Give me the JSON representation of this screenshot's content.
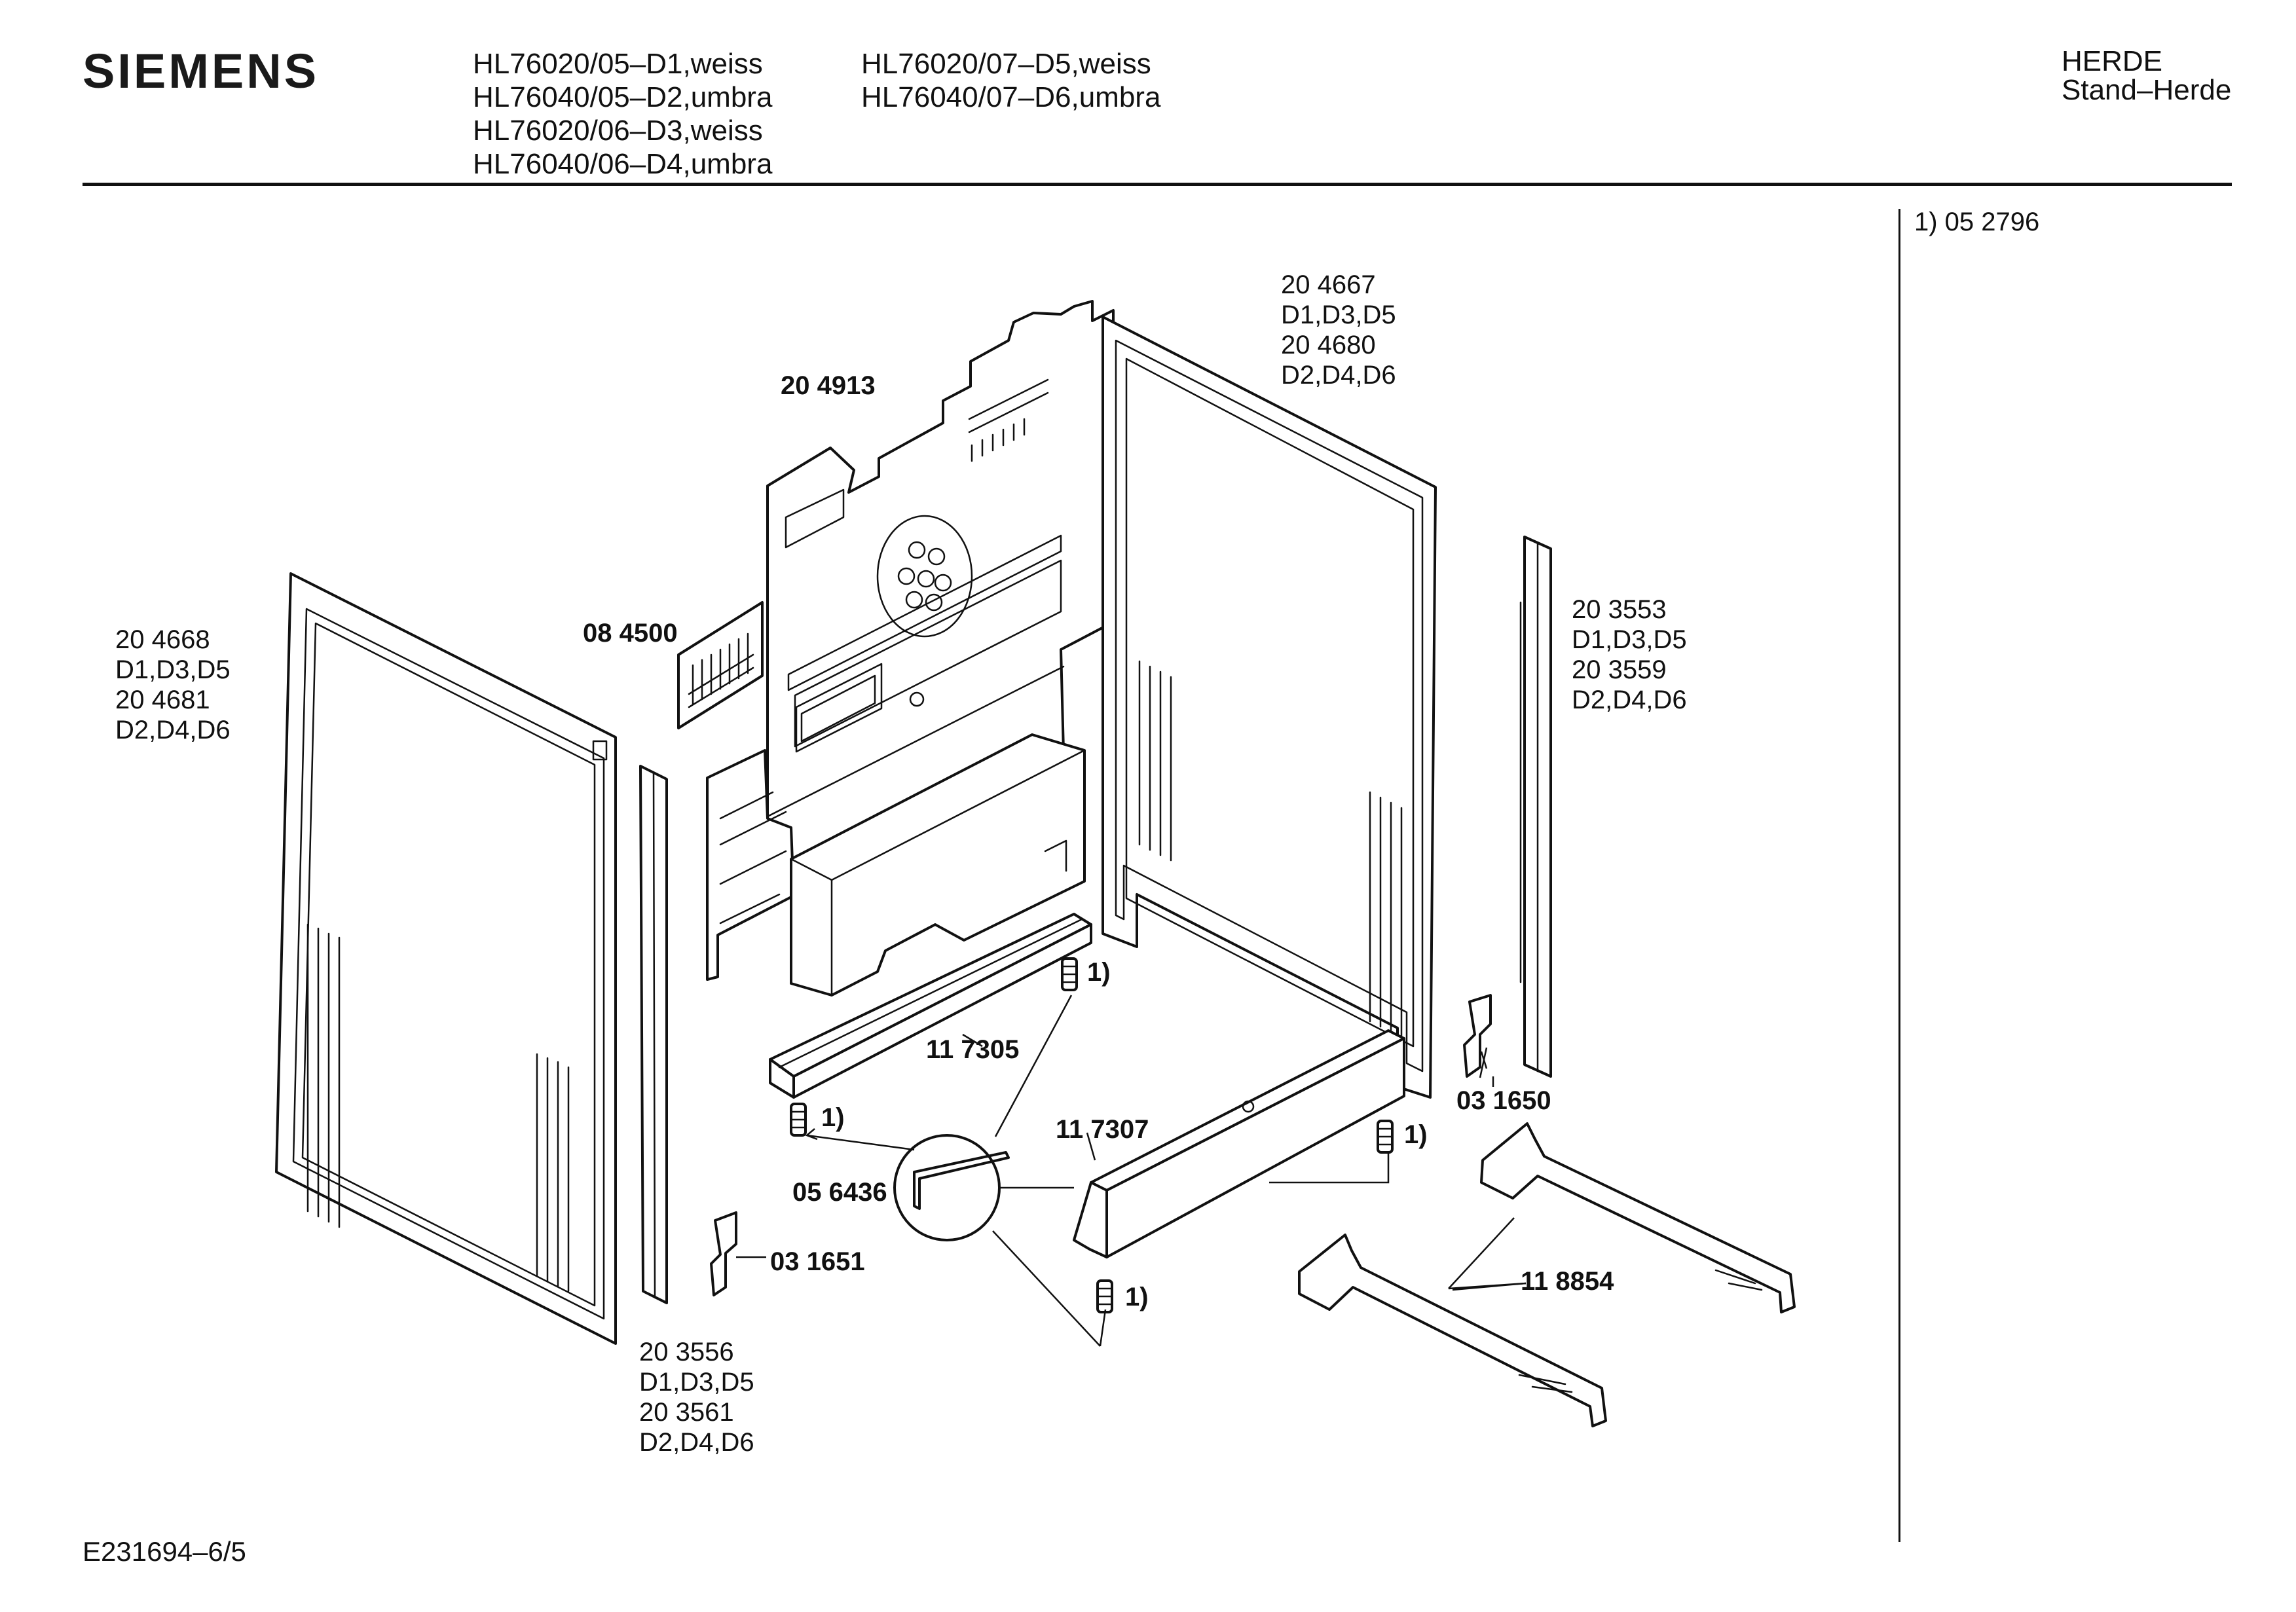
{
  "header": {
    "brand": "SIEMENS",
    "models_col1": [
      "HL76020/05–D1,weiss",
      "HL76040/05–D2,umbra",
      "HL76020/06–D3,weiss",
      "HL76040/06–D4,umbra"
    ],
    "models_col2": [
      "HL76020/07–D5,weiss",
      "HL76040/07–D6,umbra"
    ],
    "category": "HERDE",
    "subcategory": "Stand–Herde"
  },
  "side_note": "1)  05 2796",
  "parts": {
    "p204913": "20 4913",
    "p084500": "08 4500",
    "p204667": [
      "20 4667",
      "D1,D3,D5",
      "20 4680",
      "D2,D4,D6"
    ],
    "p204668": [
      "20 4668",
      "D1,D3,D5",
      "20 4681",
      "D2,D4,D6"
    ],
    "p203553": [
      "20 3553",
      "D1,D3,D5",
      "20 3559",
      "D2,D4,D6"
    ],
    "p203556": [
      "20 3556",
      "D1,D3,D5",
      "20 3561",
      "D2,D4,D6"
    ],
    "p117305": "11 7305",
    "p117307": "11 7307",
    "p031650": "03 1650",
    "p031651": "03 1651",
    "p056436": "05 6436",
    "p118854": "11 8854",
    "footnote_ref": "1)"
  },
  "footer": {
    "drawing_id": "E231694–6/5"
  }
}
